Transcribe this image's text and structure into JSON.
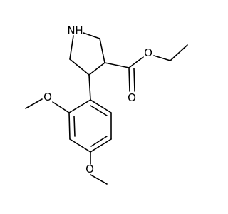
{
  "molecule": {
    "atoms": [
      {
        "id": "N1",
        "text": "N"
      },
      {
        "id": "H1",
        "text": "H"
      },
      {
        "id": "O_carbonyl",
        "text": "O"
      },
      {
        "id": "O_ester",
        "text": "O"
      },
      {
        "id": "O_methoxy_2",
        "text": "O"
      },
      {
        "id": "O_methoxy_4",
        "text": "O"
      }
    ]
  },
  "colors": {
    "bond": "#000000",
    "label": "#000000",
    "background": "#ffffff"
  }
}
